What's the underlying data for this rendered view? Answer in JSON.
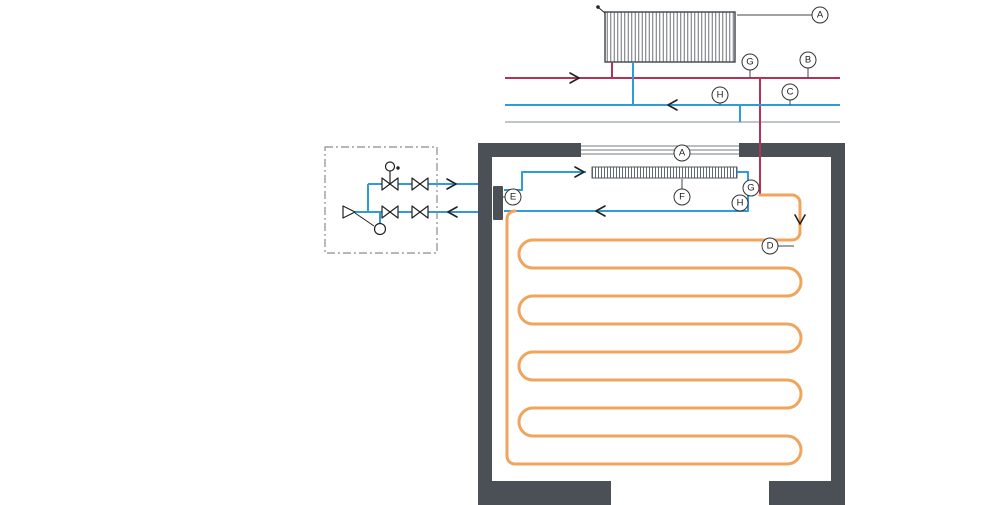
{
  "colors": {
    "flow": "#b43257",
    "return": "#2f9cd8",
    "coil": "#f0a45c",
    "wall": "#4b5056",
    "neutral": "#98a3ad"
  },
  "labels": {
    "upper_a": "A",
    "upper_b": "B",
    "upper_c": "C",
    "upper_g": "G",
    "upper_h": "H",
    "room_a": "A",
    "room_d": "D",
    "room_e": "E",
    "room_f": "F",
    "room_g": "G",
    "room_h": "H"
  }
}
